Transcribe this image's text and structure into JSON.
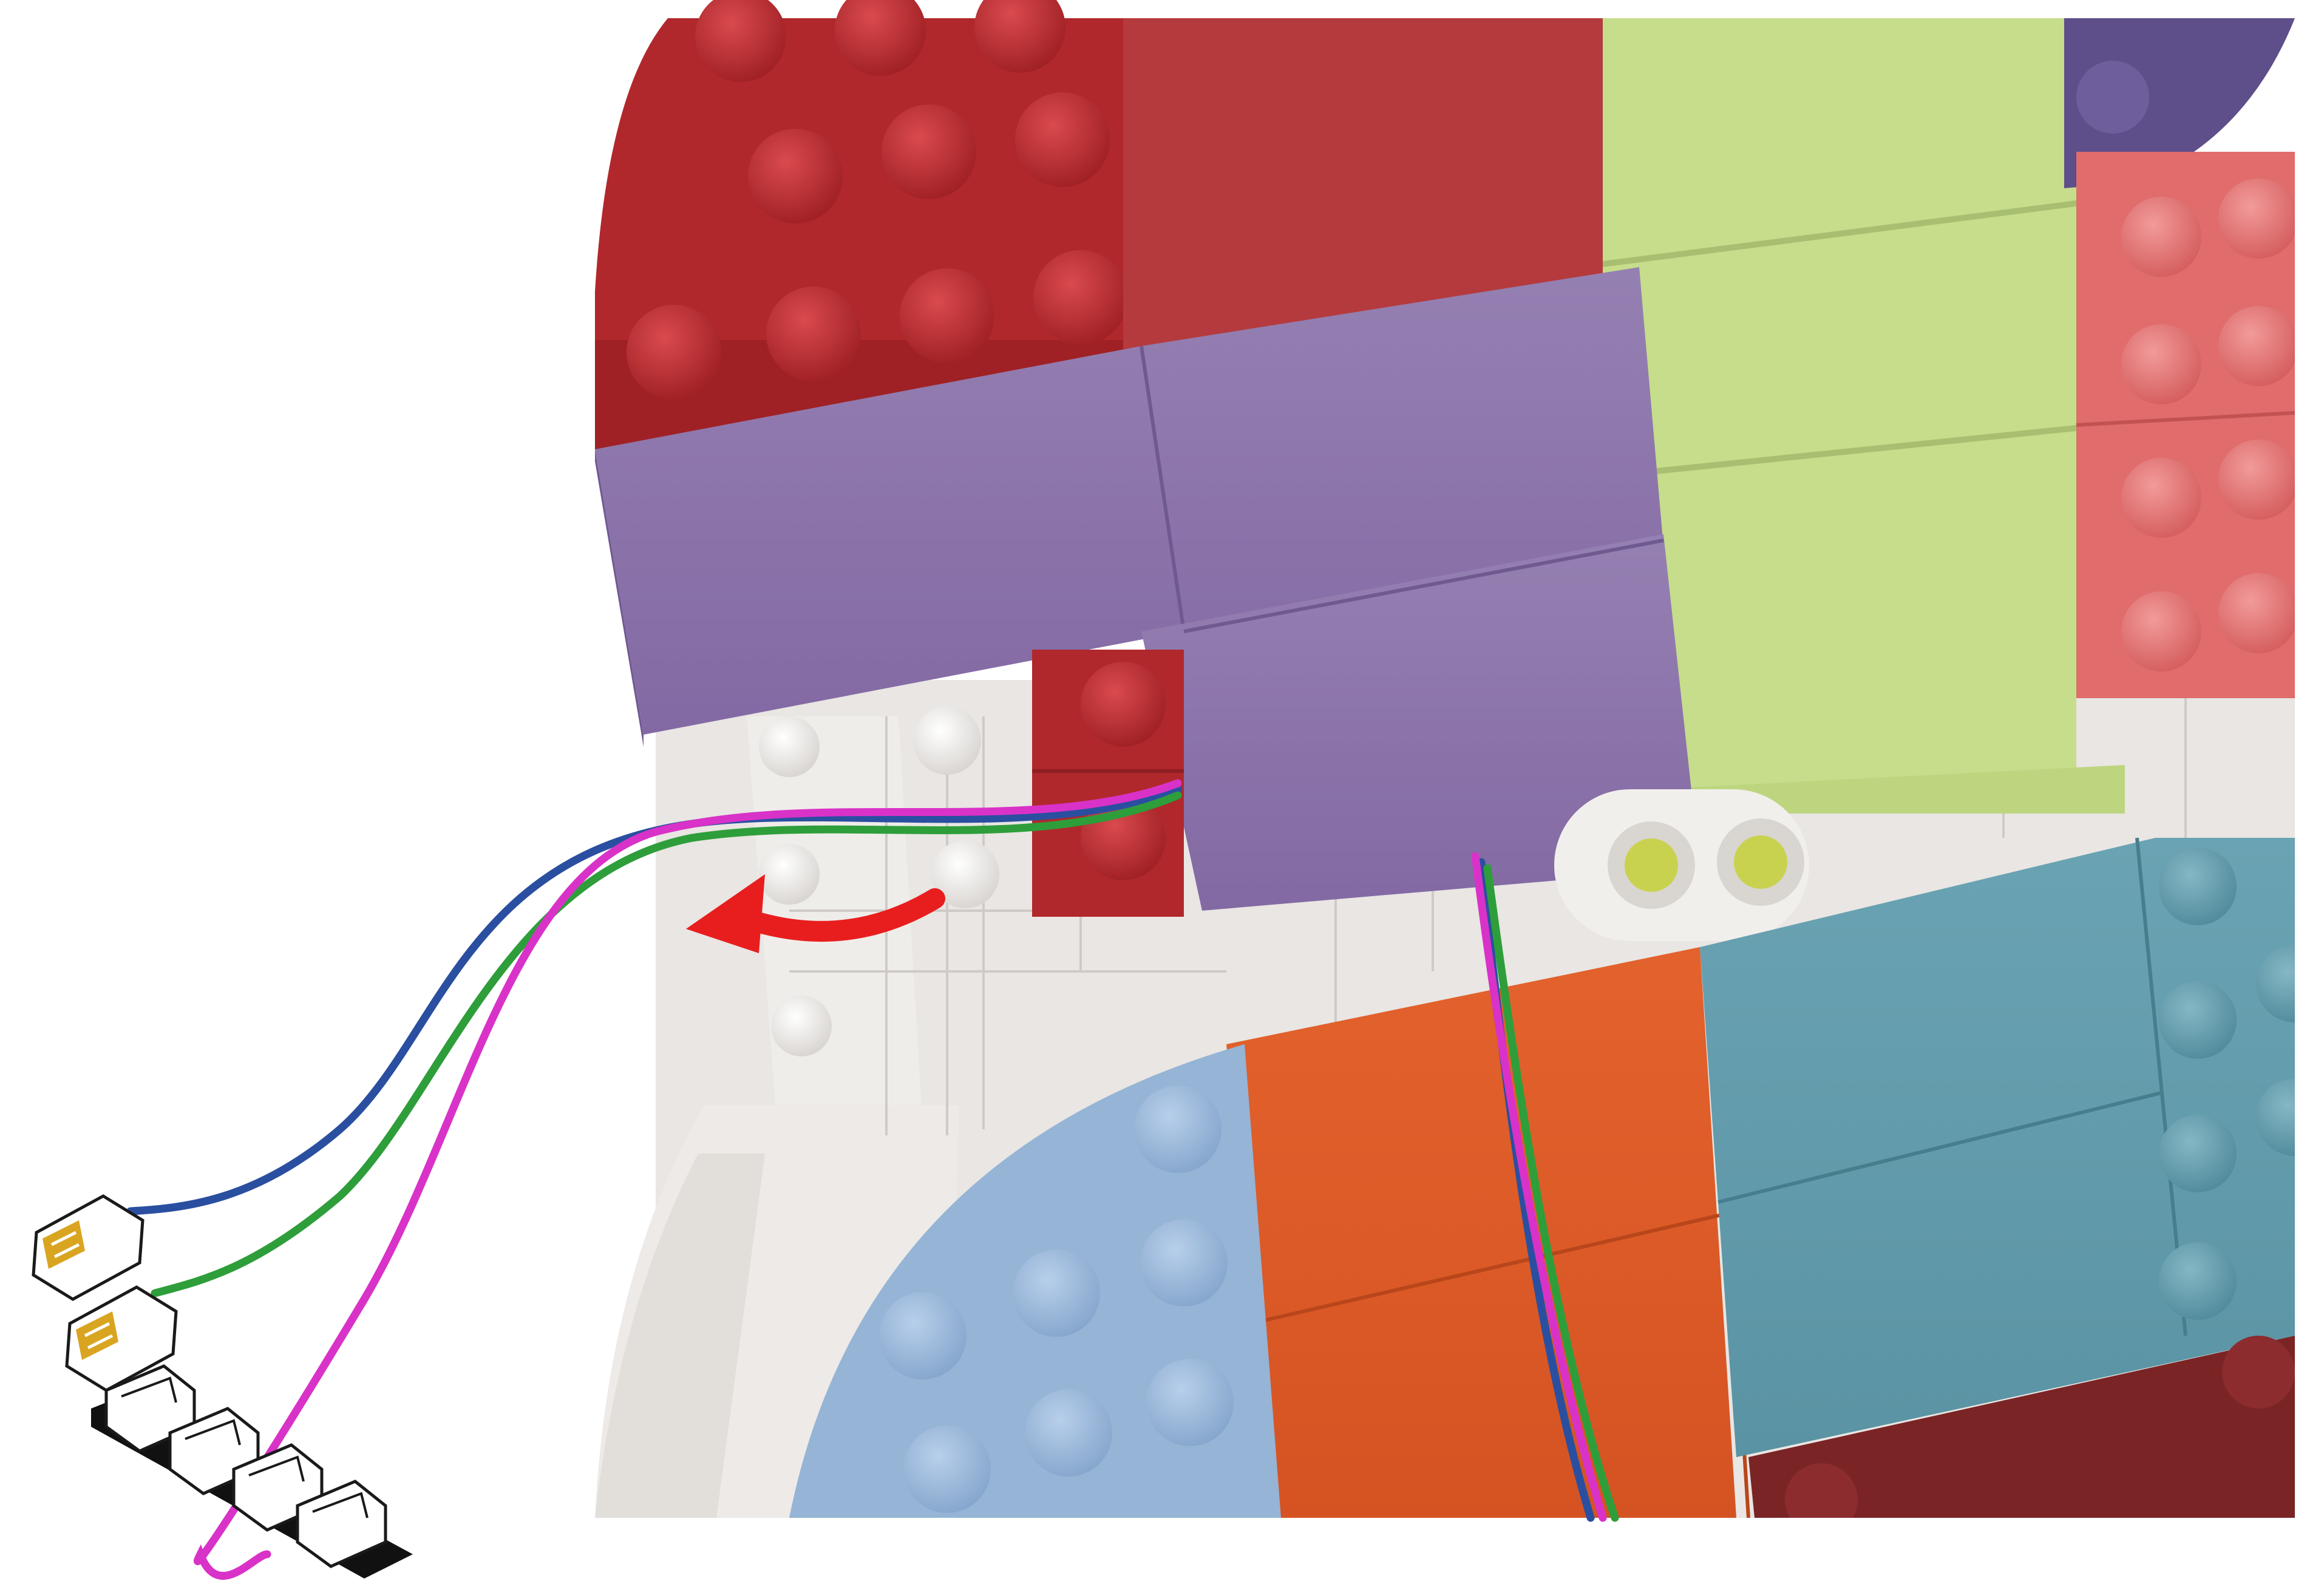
{
  "illustration": {
    "palette": {
      "red": "#B3282D",
      "red_light": "#C8474B",
      "purple": "#8B72AA",
      "lime": "#C5DD8A",
      "salmon": "#E06C6C",
      "white_brick": "#E9E6E3",
      "orange": "#DD5A27",
      "teal": "#5F9AAB",
      "light_blue": "#95B4D6",
      "dark_red": "#7A2426",
      "dark_purple": "#5E4E8A",
      "wire_blue": "#2A4FA0",
      "wire_green": "#2E9E3A",
      "wire_magenta": "#D932C8",
      "arrow_red": "#E81E1E",
      "connector_gold": "#D9A520"
    },
    "wires": [
      "wire-blue",
      "wire-green",
      "wire-magenta"
    ],
    "connectors": [
      "plug-connector-blue",
      "plug-connector-green",
      "expansion-board"
    ],
    "instruction": "rotate-arrow-icon"
  }
}
